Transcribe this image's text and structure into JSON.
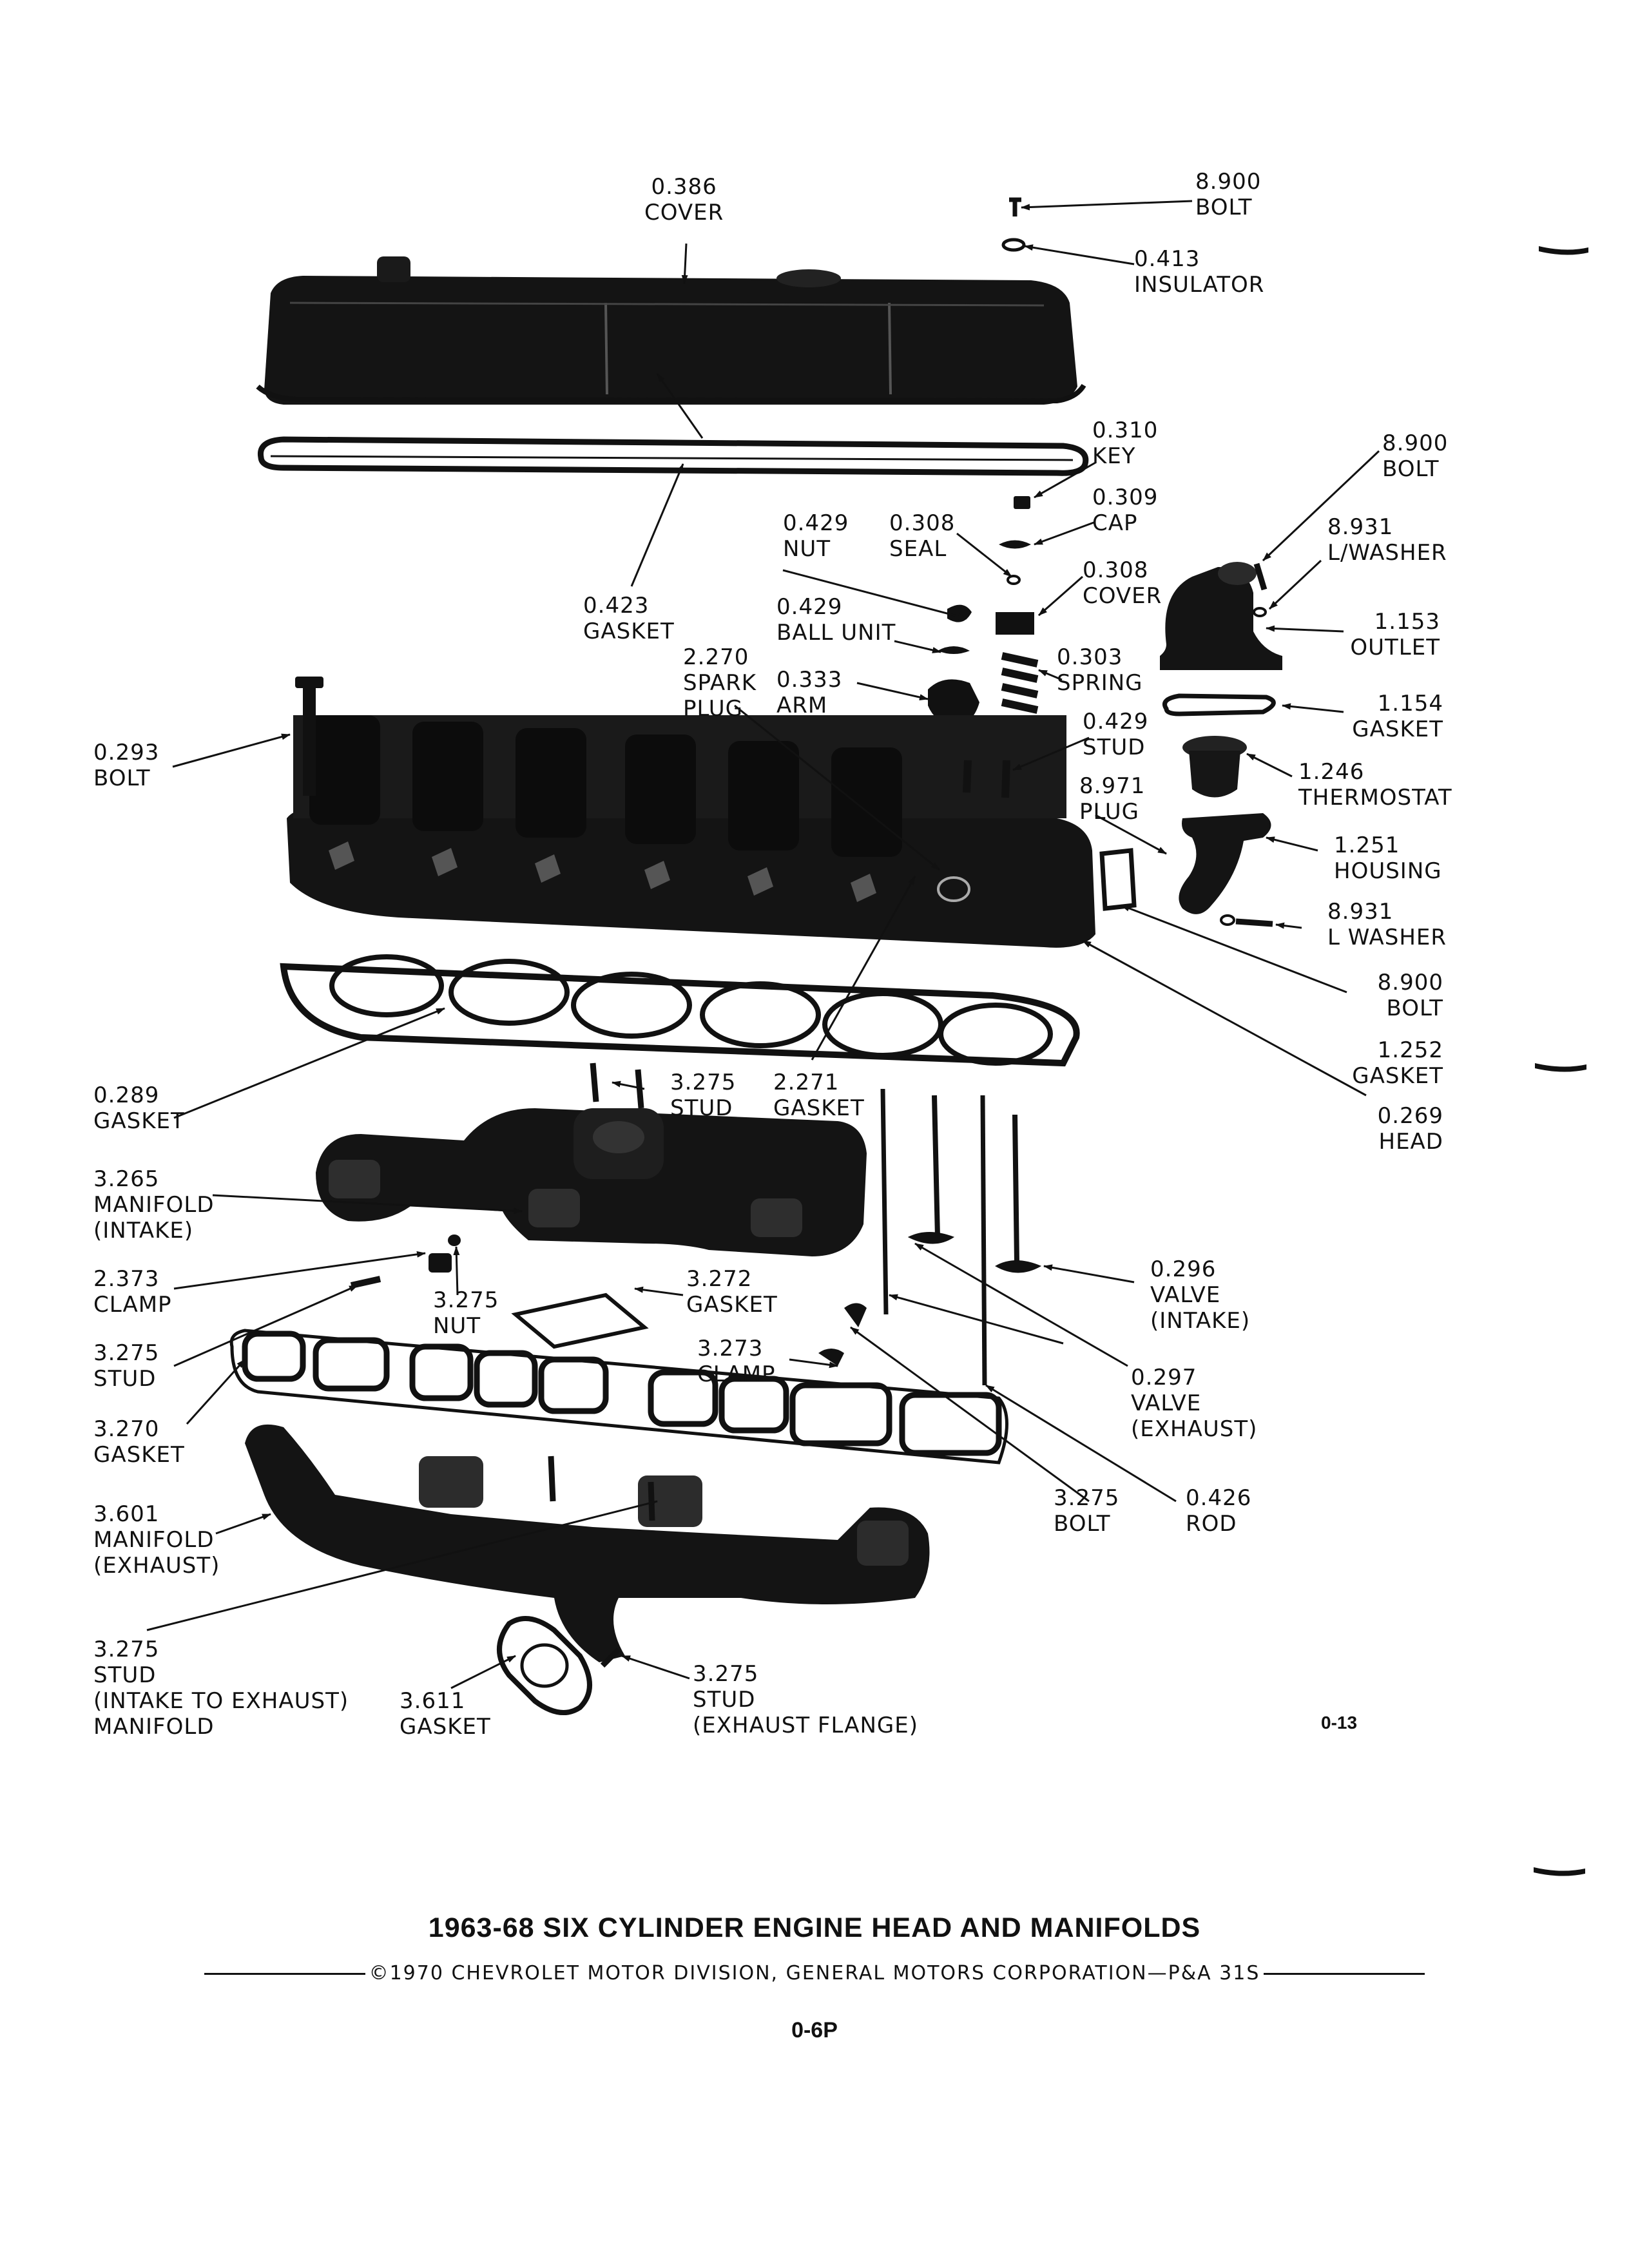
{
  "labels": {
    "cover_0386": [
      "0.386",
      "COVER"
    ],
    "bolt_8900_top": [
      "8.900",
      "BOLT"
    ],
    "insulator_0413": [
      "0.413",
      "INSULATOR"
    ],
    "key_0310": [
      "0.310",
      "KEY"
    ],
    "bolt_8900_right": [
      "8.900",
      "BOLT"
    ],
    "cap_0309": [
      "0.309",
      "CAP"
    ],
    "nut_0429": [
      "0.429",
      "NUT"
    ],
    "seal_0308": [
      "0.308",
      "SEAL"
    ],
    "lwasher_8931_top": [
      "8.931",
      "L/WASHER"
    ],
    "cover_0308": [
      "0.308",
      "COVER"
    ],
    "gasket_0423": [
      "0.423",
      "GASKET"
    ],
    "ballunit_0429": [
      "0.429",
      "BALL UNIT"
    ],
    "outlet_1153": [
      "1.153",
      "OUTLET"
    ],
    "sparkplug_2270": [
      "2.270",
      "SPARK",
      "PLUG"
    ],
    "arm_0333": [
      "0.333",
      "ARM"
    ],
    "spring_0303": [
      "0.303",
      "SPRING"
    ],
    "gasket_1154": [
      "1.154",
      "GASKET"
    ],
    "stud_0429": [
      "0.429",
      "STUD"
    ],
    "bolt_0293": [
      "0.293",
      "BOLT"
    ],
    "thermostat_1246": [
      "1.246",
      "THERMOSTAT"
    ],
    "plug_8971": [
      "8.971",
      "PLUG"
    ],
    "housing_1251": [
      "1.251",
      "HOUSING"
    ],
    "lwasher_8931_low": [
      "8.931",
      "L WASHER"
    ],
    "bolt_8900_low": [
      "8.900",
      "BOLT"
    ],
    "gasket_1252": [
      "1.252",
      "GASKET"
    ],
    "gasket_0289": [
      "0.289",
      "GASKET"
    ],
    "stud_3275_a": [
      "3.275",
      "STUD"
    ],
    "gasket_2271": [
      "2.271",
      "GASKET"
    ],
    "head_0269": [
      "0.269",
      "HEAD"
    ],
    "manifold_3265": [
      "3.265",
      "MANIFOLD",
      "(INTAKE)"
    ],
    "clamp_2373": [
      "2.373",
      "CLAMP"
    ],
    "nut_3275": [
      "3.275",
      "NUT"
    ],
    "gasket_3272": [
      "3.272",
      "GASKET"
    ],
    "valve_0296": [
      "0.296",
      "VALVE",
      "(INTAKE)"
    ],
    "stud_3275_b": [
      "3.275",
      "STUD"
    ],
    "clamp_3273": [
      "3.273",
      "CLAMP"
    ],
    "valve_0297": [
      "0.297",
      "VALVE",
      "(EXHAUST)"
    ],
    "gasket_3270": [
      "3.270",
      "GASKET"
    ],
    "bolt_3275": [
      "3.275",
      "BOLT"
    ],
    "rod_0426": [
      "0.426",
      "ROD"
    ],
    "manifold_3601": [
      "3.601",
      "MANIFOLD",
      "(EXHAUST)"
    ],
    "stud_3275_c": [
      "3.275",
      "STUD",
      "(INTAKE TO EXHAUST)",
      "MANIFOLD"
    ],
    "gasket_3611": [
      "3.611",
      "GASKET"
    ],
    "stud_3275_d": [
      "3.275",
      "STUD",
      "(EXHAUST FLANGE)"
    ]
  },
  "figure_code": "0-13",
  "footer": {
    "title": "1963-68 SIX CYLINDER ENGINE HEAD AND MANIFOLDS",
    "copyright": "©1970 CHEVROLET MOTOR DIVISION, GENERAL MOTORS CORPORATION—P&A 31S",
    "page": "0-6P"
  }
}
